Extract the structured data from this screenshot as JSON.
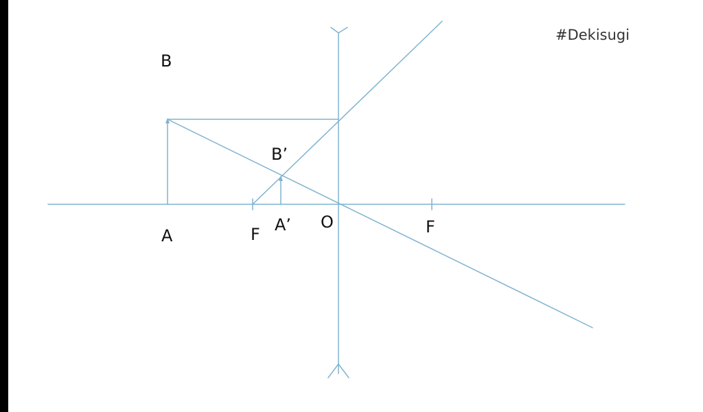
{
  "watermark": "#Dekisugi",
  "labels": {
    "B": "B",
    "A": "A",
    "B_prime": "B’",
    "A_prime": "A’",
    "F_left": "F",
    "O": "O",
    "F_right": "F"
  },
  "colors": {
    "line": "#7fb3cf",
    "text": "#111111",
    "background": "#ffffff"
  }
}
